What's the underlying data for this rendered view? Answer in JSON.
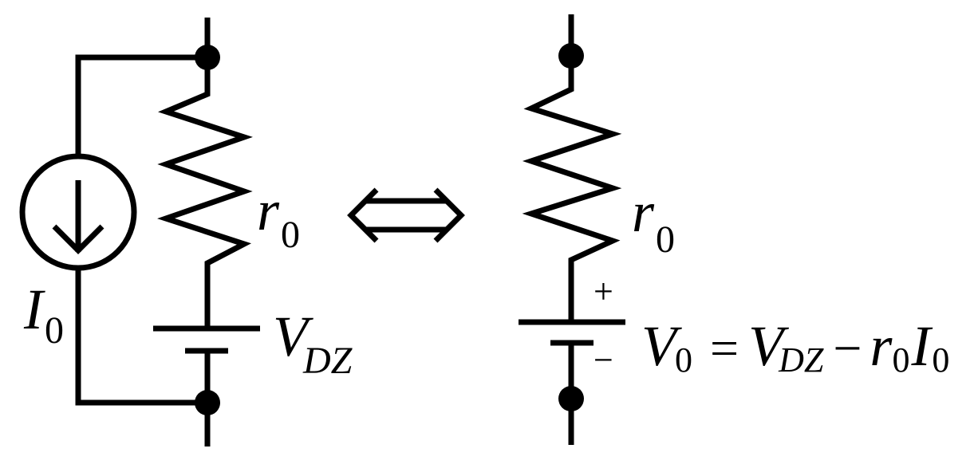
{
  "left_circuit": {
    "resistor_symbol": "r",
    "resistor_sub": "0",
    "current_symbol": "I",
    "current_sub": "0",
    "battery_symbol": "V",
    "battery_sub": "DZ"
  },
  "equivalence_symbol": "⇔",
  "right_circuit": {
    "resistor_symbol": "r",
    "resistor_sub": "0",
    "plus_sign": "+",
    "minus_sign": "−",
    "equation": {
      "lhs_symbol": "V",
      "lhs_sub": "0",
      "equals": "=",
      "term1_symbol": "V",
      "term1_sub": "DZ",
      "minus": "−",
      "term2_symbol": "r",
      "term2_sub": "0",
      "term3_symbol": "I",
      "term3_sub": "0"
    }
  }
}
